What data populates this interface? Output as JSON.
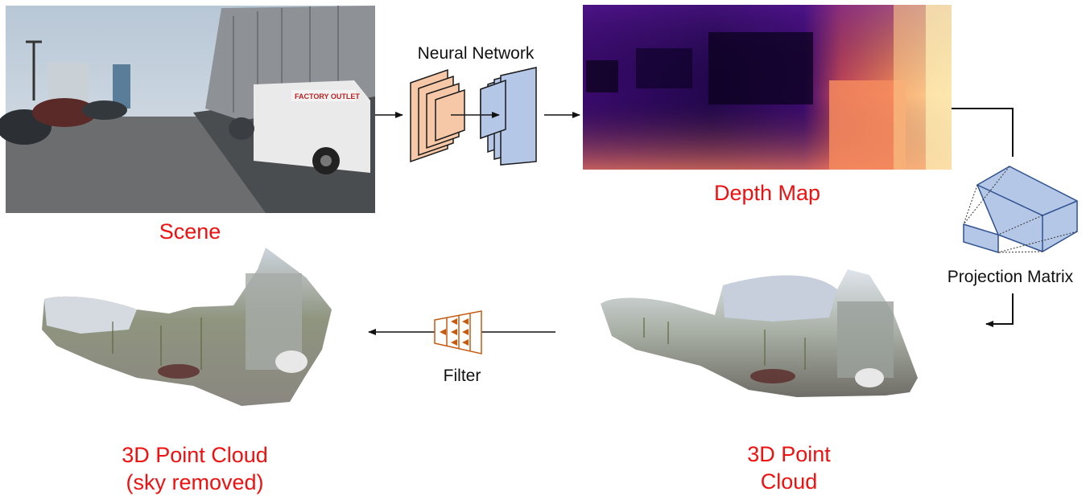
{
  "labels": {
    "scene": "Scene",
    "neural_network": "Neural Network",
    "depth_map": "Depth Map",
    "projection_matrix": "Projection Matrix",
    "point_cloud_line1": "3D Point",
    "point_cloud_line2": "Cloud",
    "filter": "Filter",
    "filtered_cloud_line1": "3D Point Cloud",
    "filtered_cloud_line2": "(sky removed)"
  },
  "scene_photo": {
    "van_text": "FACTORY OUTLET"
  },
  "colors": {
    "label_red": "#ee1111",
    "encoder_fill": "#f6c8a8",
    "decoder_fill": "#b4c7e7",
    "stroke": "#1a1a1a",
    "projection_fill": "#b4c7e7",
    "projection_stroke": "#2f528f",
    "filter_color": "#c55a11"
  },
  "icons": [
    "neural-network-icon",
    "projection-matrix-icon",
    "filter-icon"
  ]
}
